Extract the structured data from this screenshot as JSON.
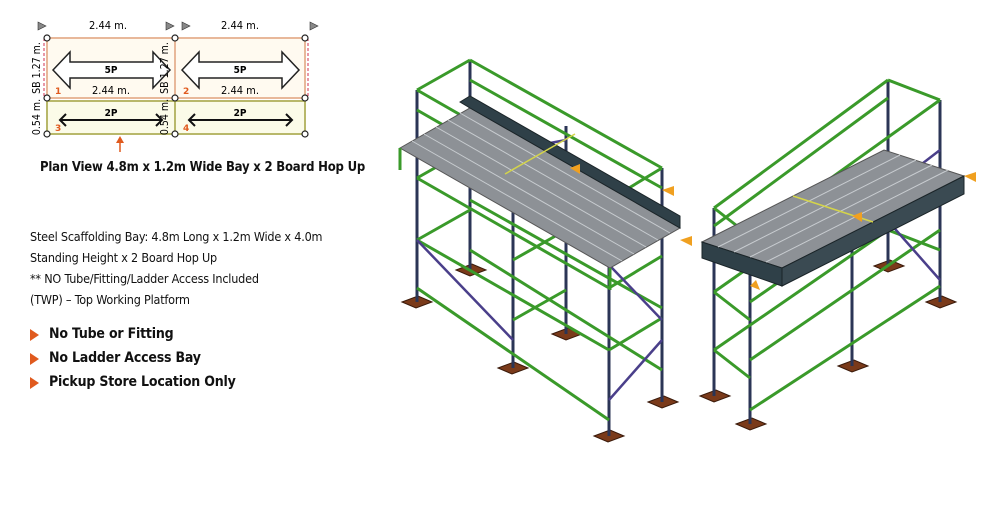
{
  "plan": {
    "top_dims": [
      "2.44 m.",
      "2.44 m."
    ],
    "side_dims": [
      "SB 1.27 m.",
      "SB 1.27 m."
    ],
    "side_dims_lower": [
      "0.54 m.",
      "0.54 m."
    ],
    "inner_dims": [
      "2.44 m.",
      "2.44 m."
    ],
    "board_labels": [
      "5P",
      "5P",
      "2P",
      "2P"
    ],
    "cell_numbers": [
      "1",
      "2",
      "3",
      "4"
    ],
    "caption": "Plan View 4.8m x 1.2m Wide Bay x 2 Board Hop Up"
  },
  "description": [
    "Steel Scaffolding Bay: 4.8m Long x 1.2m Wide x 4.0m",
    "Standing Height x 2 Board Hop Up",
    "** NO Tube/Fitting/Ladder Access Included",
    "(TWP) – Top Working Platform"
  ],
  "features": [
    "No Tube or Fitting",
    "No Ladder Access Bay",
    "Pickup Store Location Only"
  ],
  "colors": {
    "accent": "#e05a1e",
    "ledger_green": "#3a9a2a",
    "standard_navy": "#2b3556",
    "deck_grey": "#8d9196",
    "brace_purple": "#4a3f8a",
    "base_brown": "#7a3a1a"
  },
  "icons": [
    "bullet-triangle-icon",
    "arrow-up-icon",
    "flag-marker-icon"
  ]
}
